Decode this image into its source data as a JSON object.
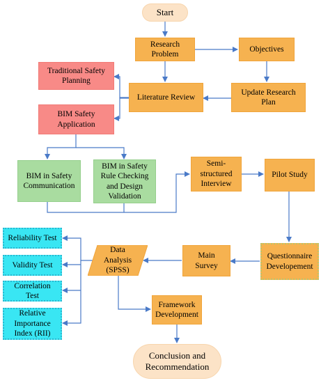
{
  "nodes": {
    "start": "Start",
    "research_problem": "Research Problem",
    "objectives": "Objectives",
    "traditional_safety_planning": "Traditional Safety\nPlanning",
    "literature_review": "Literature Review",
    "update_research_plan": "Update Research Plan",
    "bim_safety_application": "BIM Safety\nApplication",
    "bim_in_safety_communication": "BIM in Safety\nCommunication",
    "bim_rule_checking": "BIM in Safety\nRule Checking\nand Design\nValidation",
    "semi_structured_interview": "Semi-\nstructured\nInterview",
    "pilot_study": "Pilot Study",
    "reliability_test": "Reliability Test",
    "validity_test": "Validity Test",
    "correlation_test": "Correlation Test",
    "rii": "Relative\nImportance\nIndex (RII)",
    "data_analysis": "Data\nAnalysis\n(SPSS)",
    "main_survey": "Main Survey",
    "questionnaire_development": "Questionnaire\nDevelopement",
    "framework_development": "Framework\nDevelopment",
    "conclusion": "Conclusion and\nRecommendation"
  },
  "colors": {
    "arrow": "#4a7ac8",
    "orange": "#f6b250",
    "red": "#f88a87",
    "green": "#a9dca0",
    "cyan": "#39e6f3",
    "cream": "#fce3c7"
  }
}
